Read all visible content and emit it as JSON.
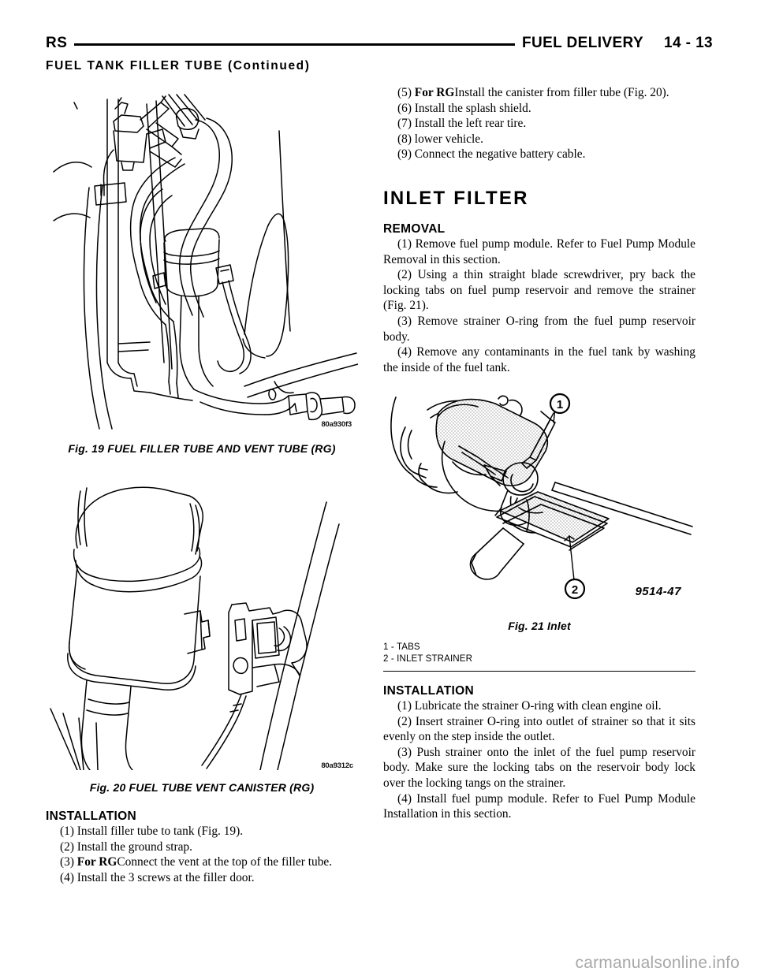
{
  "header": {
    "brand": "RS",
    "title": "FUEL DELIVERY",
    "page_number": "14 - 13",
    "continued_heading": "FUEL TANK FILLER TUBE (Continued)"
  },
  "left_column": {
    "figure_19": {
      "id_code": "80a930f3",
      "caption": "Fig. 19 FUEL FILLER TUBE AND VENT TUBE (RG)"
    },
    "figure_20": {
      "id_code": "80a9312c",
      "caption": "Fig. 20 FUEL TUBE VENT CANISTER (RG)"
    },
    "installation": {
      "heading": "INSTALLATION",
      "steps": [
        "(1) Install filler tube to tank (Fig. 19).",
        "(2) Install the ground strap.",
        "(3) Connect the vent at the top of the filler tube.",
        "(4) Install the 3 screws at the filler door."
      ],
      "step3_bold_prefix": "For RG",
      "step3_rest": "Connect the vent at the top of the filler tube.",
      "step3_number": "(3) "
    }
  },
  "right_column": {
    "continued_steps": {
      "step5_number": "(5) ",
      "step5_bold_prefix": "For RG",
      "step5_rest": "Install the canister from filler tube (Fig. 20).",
      "step6": "(6) Install the splash shield.",
      "step7": "(7) Install the left rear tire.",
      "step8": "(8) lower vehicle.",
      "step9": "(9) Connect the negative battery cable."
    },
    "inlet_filter": {
      "heading": "INLET FILTER",
      "removal_heading": "REMOVAL",
      "removal_steps": [
        "(1) Remove fuel pump module. Refer to Fuel Pump Module Removal in this section.",
        "(2) Using a thin straight blade screwdriver, pry back the locking tabs on fuel pump reservoir and remove the strainer (Fig. 21).",
        "(3) Remove strainer O-ring from the fuel pump reservoir body.",
        "(4) Remove any contaminants in the fuel tank by washing the inside of the fuel tank."
      ],
      "installation_heading": "INSTALLATION",
      "installation_steps": [
        "(1) Lubricate the strainer O-ring with clean engine oil.",
        "(2) Insert strainer O-ring into outlet of strainer so that it sits evenly on the step inside the outlet.",
        "(3) Push strainer onto the inlet of the fuel pump reservoir body. Make sure the locking tabs on the reservoir body lock over the locking tangs on the strainer.",
        "(4) Install fuel pump module. Refer to Fuel Pump Module Installation in this section."
      ]
    },
    "figure_21": {
      "id_code": "9514-47",
      "caption": "Fig. 21 Inlet",
      "callout_1": "1",
      "callout_2": "2",
      "legend": [
        "1 - TABS",
        "2 - INLET STRAINER"
      ]
    }
  },
  "watermark": "carmanualsonline.info"
}
